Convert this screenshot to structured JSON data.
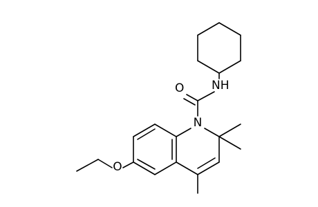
{
  "atoms": {
    "carbonyl_oxygen": "O",
    "amide_nitrogen": "NH",
    "ring_nitrogen": "N",
    "ether_oxygen": "O"
  },
  "colors": {
    "background": "#ffffff",
    "bond": "#000000",
    "label": "#000000"
  }
}
